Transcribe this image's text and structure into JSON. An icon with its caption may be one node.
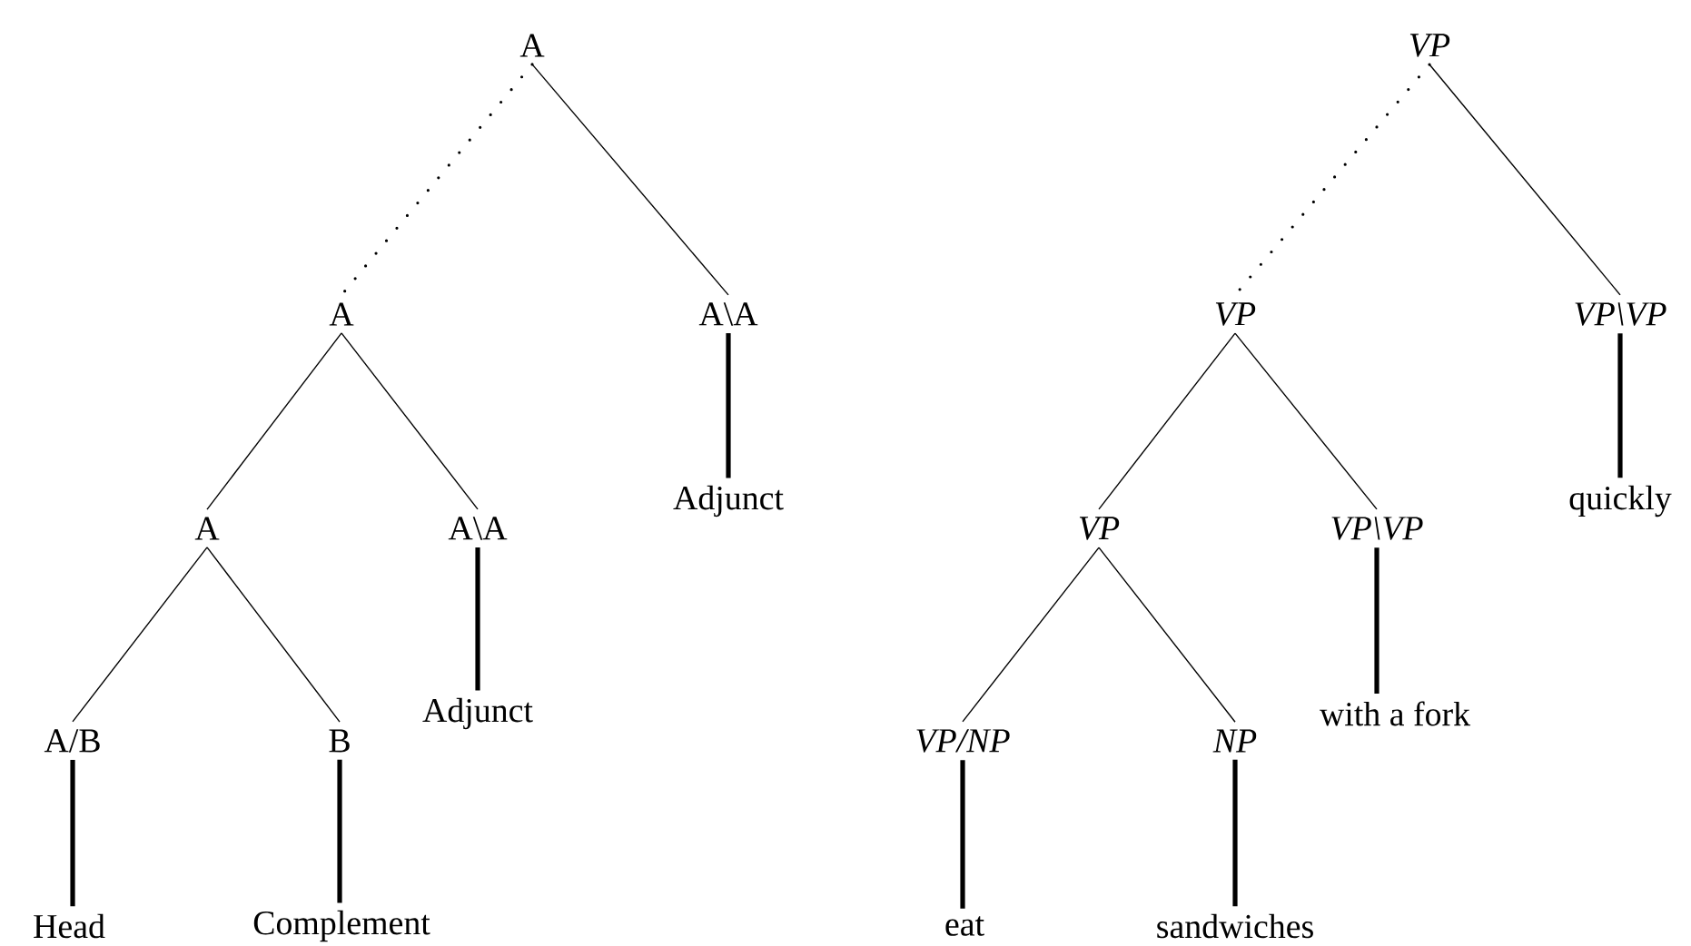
{
  "diagram": {
    "nodes": [
      {
        "text": [
          "A"
        ]
      },
      {
        "text": [
          "A"
        ]
      },
      {
        "text": [
          "A\\A"
        ]
      },
      {
        "text": [
          "A"
        ]
      },
      {
        "text": [
          "A\\A"
        ]
      },
      {
        "text": [
          "Adjunct"
        ]
      },
      {
        "text": [
          "A/B"
        ]
      },
      {
        "text": [
          "B"
        ]
      },
      {
        "text": [
          "Adjunct"
        ]
      },
      {
        "text": [
          "Head"
        ]
      },
      {
        "text": [
          "Complement"
        ]
      },
      {
        "text": [
          "VP"
        ]
      },
      {
        "text": [
          "VP"
        ]
      },
      {
        "text": [
          "VP\\VP"
        ]
      },
      {
        "text": [
          "VP"
        ]
      },
      {
        "text": [
          "VP\\VP"
        ]
      },
      {
        "text": [
          "quickly"
        ]
      },
      {
        "text": [
          "VP/NP"
        ]
      },
      {
        "text": [
          "NP"
        ]
      },
      {
        "text": [
          "with a fork"
        ]
      },
      {
        "text": [
          "eat"
        ]
      },
      {
        "text": [
          "sandwiches"
        ]
      }
    ],
    "edges": [
      {
        "from": 0,
        "to": 1,
        "arrow": "none",
        "style": "dashed"
      },
      {
        "from": 0,
        "to": 2,
        "arrow": "none"
      },
      {
        "from": 1,
        "to": 3,
        "arrow": "none"
      },
      {
        "from": 1,
        "to": 4,
        "arrow": "none"
      },
      {
        "from": 2,
        "to": 5,
        "arrow": "none",
        "style": "thick"
      },
      {
        "from": 3,
        "to": 6,
        "arrow": "none"
      },
      {
        "from": 3,
        "to": 7,
        "arrow": "none"
      },
      {
        "from": 4,
        "to": 8,
        "arrow": "none",
        "style": "thick"
      },
      {
        "from": 6,
        "to": 9,
        "arrow": "none",
        "style": "thick"
      },
      {
        "from": 7,
        "to": 10,
        "arrow": "none",
        "style": "thick"
      },
      {
        "from": 11,
        "to": 12,
        "arrow": "none",
        "style": "dashed"
      },
      {
        "from": 11,
        "to": 13,
        "arrow": "none"
      },
      {
        "from": 12,
        "to": 14,
        "arrow": "none"
      },
      {
        "from": 12,
        "to": 15,
        "arrow": "none"
      },
      {
        "from": 13,
        "to": 16,
        "arrow": "none",
        "style": "thick"
      },
      {
        "from": 14,
        "to": 17,
        "arrow": "none"
      },
      {
        "from": 14,
        "to": 18,
        "arrow": "none"
      },
      {
        "from": 15,
        "to": 19,
        "arrow": "none",
        "style": "thick"
      },
      {
        "from": 17,
        "to": 20,
        "arrow": "none",
        "style": "thick"
      },
      {
        "from": 18,
        "to": 21,
        "arrow": "none",
        "style": "thick"
      }
    ]
  }
}
